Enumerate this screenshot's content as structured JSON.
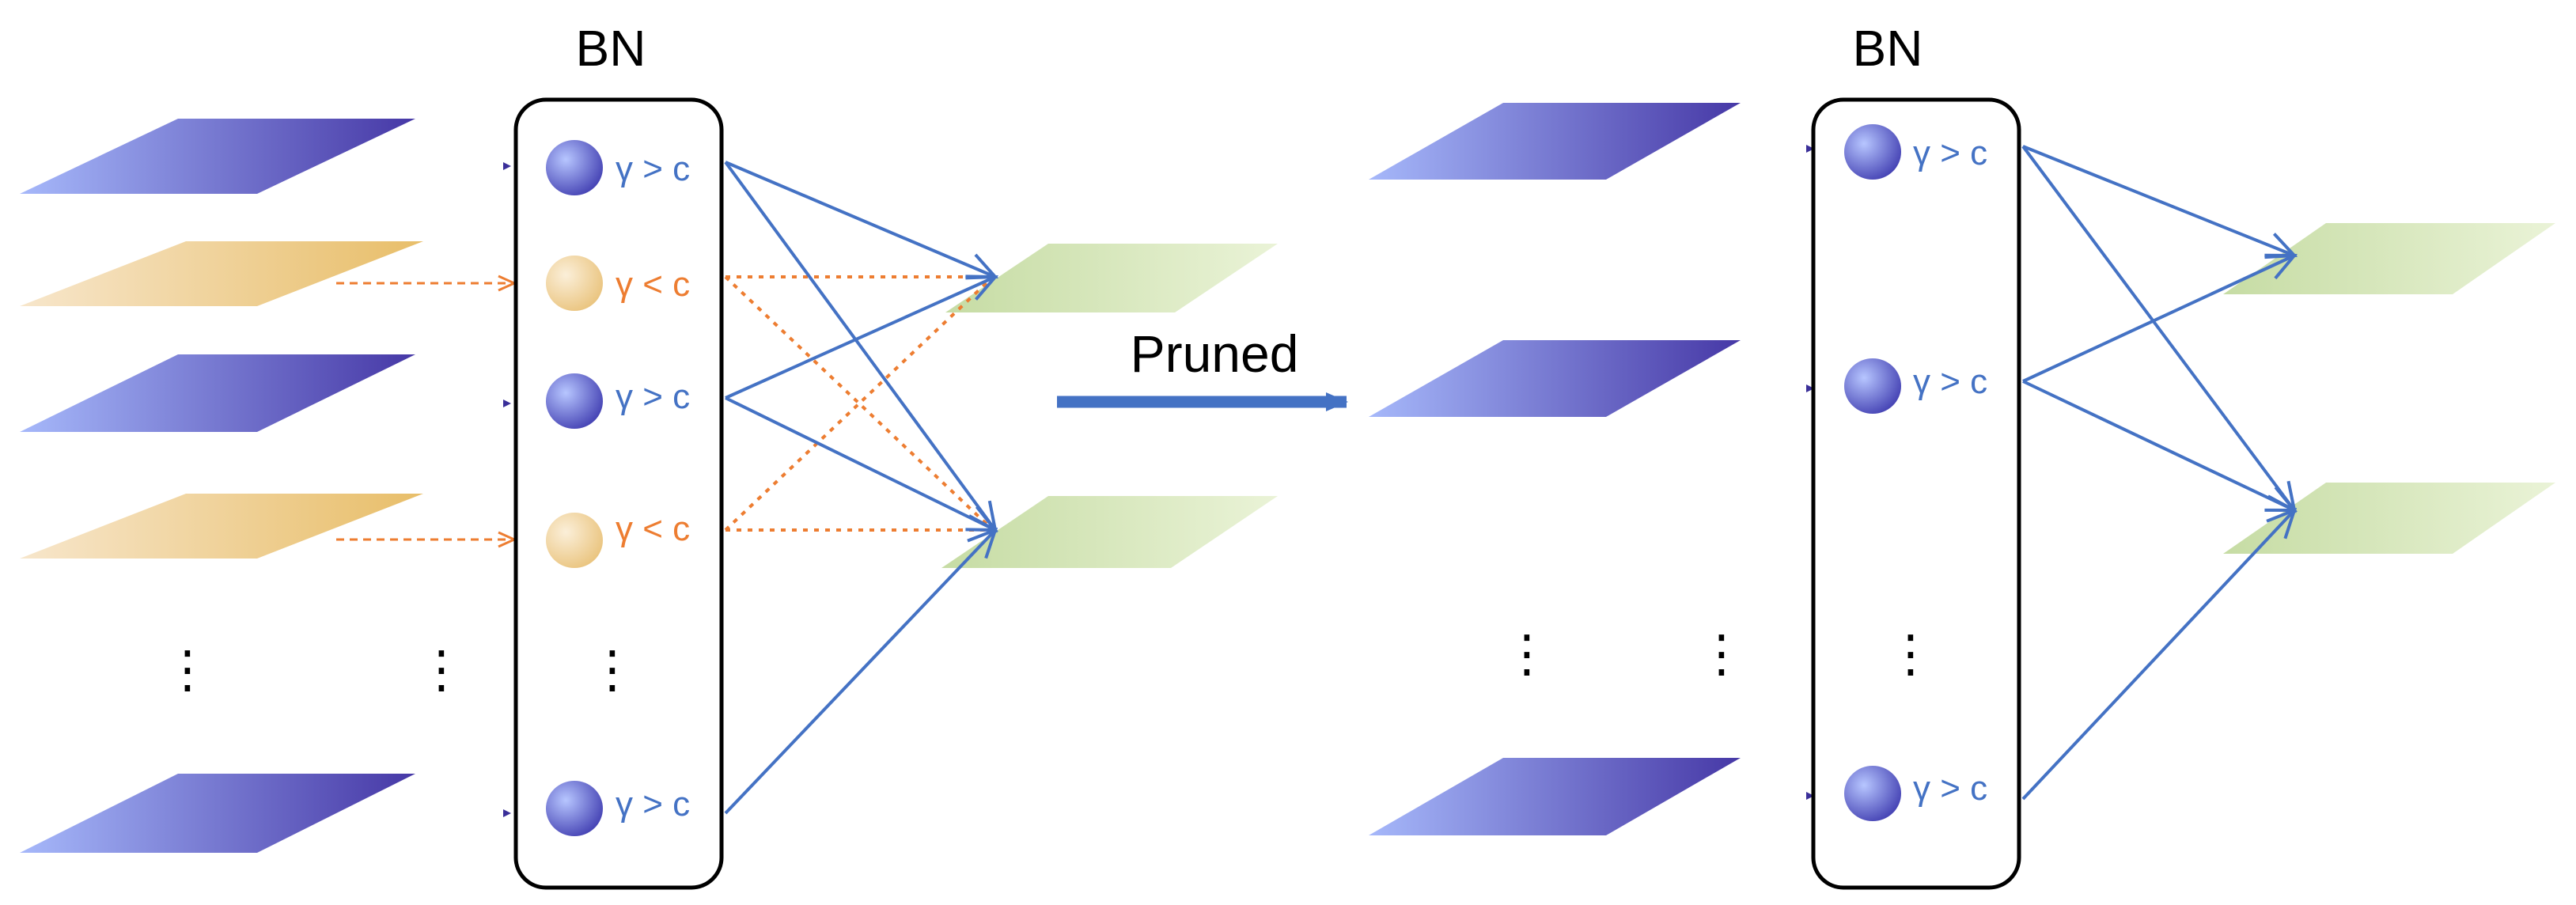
{
  "colors": {
    "blue_plane_light": "#A6B8FA",
    "blue_plane_dark": "#4638A6",
    "orange_plane_light": "#F7E6CB",
    "orange_plane_dark": "#E8BE69",
    "green_plane_light": "#C6DCA4",
    "green_plane_dark": "#EAF3D7",
    "blue_line": "#4472C4",
    "orange_line": "#ED7D31",
    "text_blue": "#4472C4",
    "text_orange": "#ED7D31",
    "text_black": "#000000"
  },
  "left": {
    "bn_label": "BN",
    "gamma_pass": "γ > c",
    "gamma_fail": "γ < c",
    "ellipsis": "⋮",
    "channel_states": [
      "pass",
      "fail",
      "pass",
      "fail",
      "pass"
    ]
  },
  "arrow": {
    "label": "Pruned"
  },
  "right": {
    "bn_label": "BN",
    "gamma_pass": "γ > c",
    "ellipsis": "⋮",
    "channel_states": [
      "pass",
      "pass",
      "pass"
    ]
  }
}
